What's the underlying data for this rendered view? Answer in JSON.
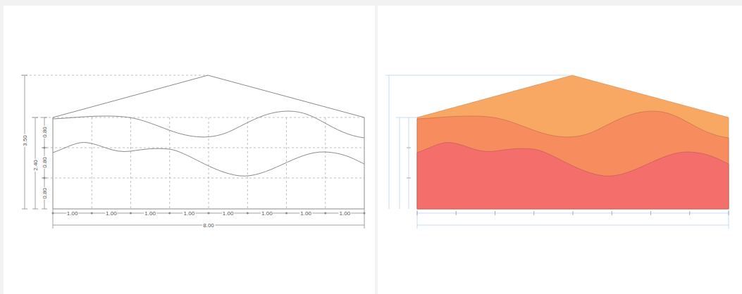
{
  "diagram": {
    "labels": [
      "3.50",
      "2.40",
      "0.80",
      "0.80",
      "0.80",
      "1.00",
      "1.00",
      "1.00",
      "1.00",
      "1.00",
      "1.00",
      "1.00",
      "1.00",
      "8.00"
    ]
  }
}
